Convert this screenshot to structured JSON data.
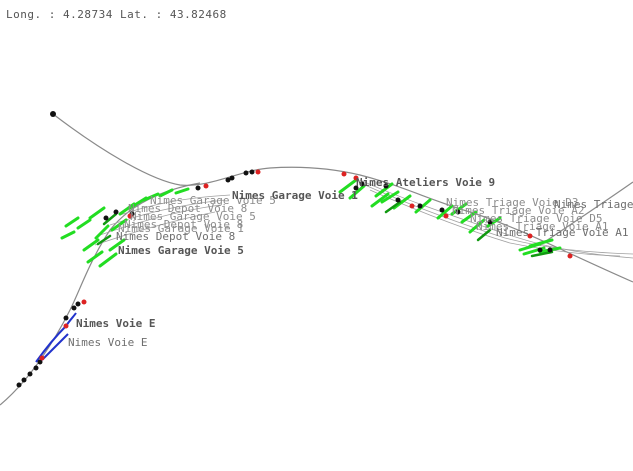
{
  "coordinates": {
    "text": "Long. : 4.28734 Lat. : 43.82468"
  },
  "labels": {
    "garage_voie_1": "Nimes Garage Voie 1",
    "ateliers_voie_9": "Nimes Ateliers Voie 9",
    "garage_voie_5": "Nimes Garage Voie 5",
    "depot_voie_8": "Nimes Depot Voie 8",
    "voie_e_bold": "Nimes Voie E",
    "voie_e": "Nimes Voie E",
    "triage_voie_a1": "Nimes Triage Voie A1",
    "triage_voie_d3": "Nimes Triage Voie D3",
    "triage_voie_a2": "Nimes Triage Voie A2",
    "triage_voie_d5": "Nimes Triage Voie D5"
  },
  "colors": {
    "track": "#8a8a8a",
    "switch": "#22dd22",
    "signal_black": "#111111",
    "signal_red": "#dd2222",
    "platform_blue": "#2233cc"
  }
}
